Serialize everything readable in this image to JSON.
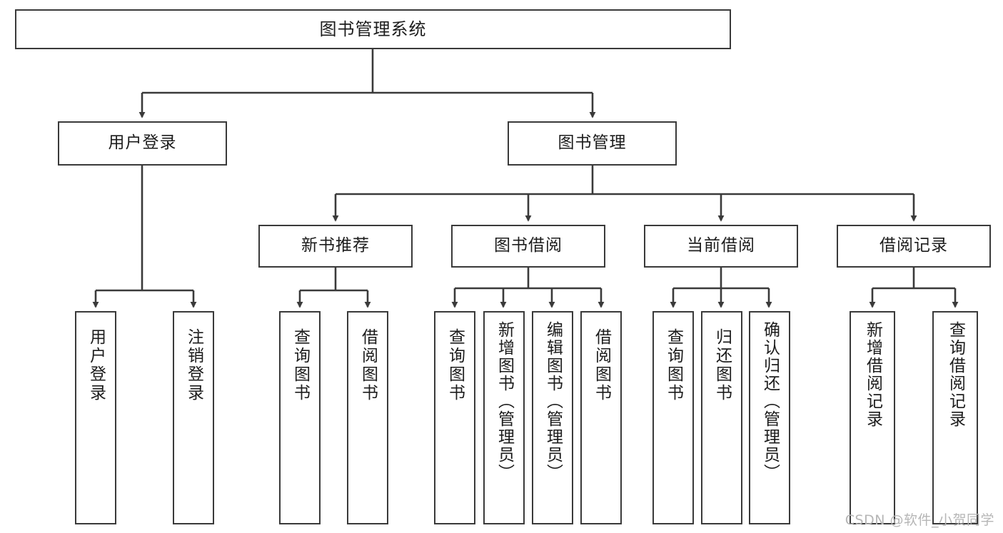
{
  "diagram": {
    "title": "图书管理系统",
    "watermark": "CSDN @软件_小贺同学",
    "line_color": "#3a3a3a",
    "box_border_color": "#3a3a3a",
    "box_fill_color": "#ffffff",
    "text_color": "#1c1c1c",
    "watermark_color": "#b6b6b6",
    "levels": {
      "level1": [
        {
          "id": "root",
          "label": "图书管理系统"
        }
      ],
      "level2": [
        {
          "id": "user-login",
          "label": "用户登录"
        },
        {
          "id": "book-manage",
          "label": "图书管理"
        }
      ],
      "level3": [
        {
          "id": "new-book-recommend",
          "label": "新书推荐"
        },
        {
          "id": "book-borrow",
          "label": "图书借阅"
        },
        {
          "id": "current-borrow",
          "label": "当前借阅"
        },
        {
          "id": "borrow-record",
          "label": "借阅记录"
        }
      ],
      "level4": [
        {
          "id": "leaf-user-login",
          "label": "用户登录",
          "parent": "user-login"
        },
        {
          "id": "leaf-logout-login",
          "label": "注销登录",
          "parent": "user-login"
        },
        {
          "id": "leaf-query-book-1",
          "label": "查询图书",
          "parent": "new-book-recommend"
        },
        {
          "id": "leaf-borrow-book-1",
          "label": "借阅图书",
          "parent": "new-book-recommend"
        },
        {
          "id": "leaf-query-book-2",
          "label": "查询图书",
          "parent": "book-borrow"
        },
        {
          "id": "leaf-add-book",
          "label": "新增图书（管理员）",
          "parent": "book-borrow"
        },
        {
          "id": "leaf-edit-book",
          "label": "编辑图书（管理员）",
          "parent": "book-borrow"
        },
        {
          "id": "leaf-borrow-book-2",
          "label": "借阅图书",
          "parent": "book-borrow"
        },
        {
          "id": "leaf-query-book-3",
          "label": "查询图书",
          "parent": "current-borrow"
        },
        {
          "id": "leaf-return-book",
          "label": "归还图书",
          "parent": "current-borrow"
        },
        {
          "id": "leaf-confirm-return",
          "label": "确认归还（管理员）",
          "parent": "current-borrow"
        },
        {
          "id": "leaf-add-record",
          "label": "新增借阅记录",
          "parent": "borrow-record"
        },
        {
          "id": "leaf-query-record",
          "label": "查询借阅记录",
          "parent": "borrow-record"
        }
      ]
    }
  }
}
